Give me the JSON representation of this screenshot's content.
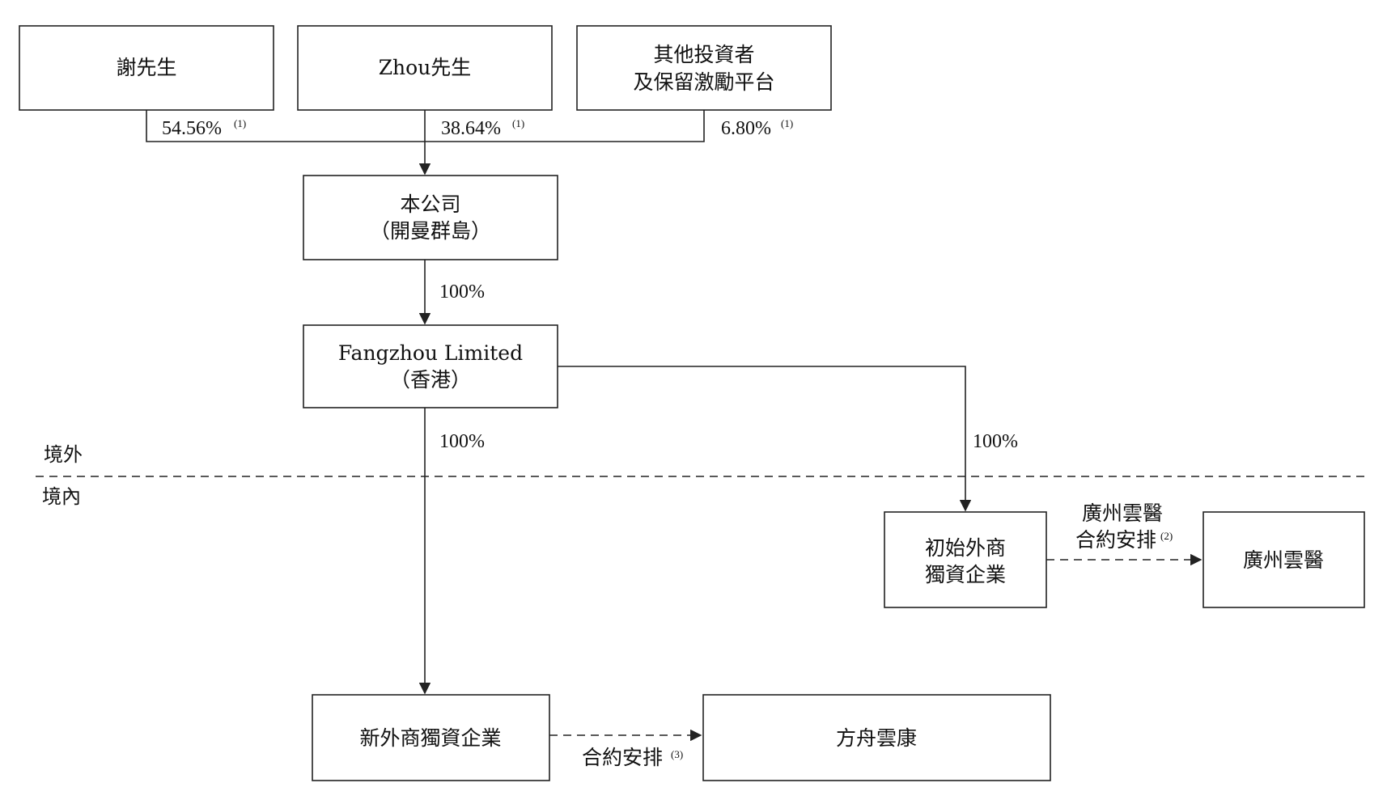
{
  "shareholders": {
    "xie": {
      "label": "謝先生",
      "pct": "54.56%",
      "note": "(1)"
    },
    "zhou": {
      "label": "Zhou先生",
      "pct": "38.64%",
      "note": "(1)"
    },
    "others": {
      "line1": "其他投資者",
      "line2": "及保留激勵平台",
      "pct": "6.80%",
      "note": "(1)"
    }
  },
  "company": {
    "line1": "本公司",
    "line2": "（開曼群島）"
  },
  "company_to_hk_pct": "100%",
  "hk": {
    "line1": "Fangzhou Limited",
    "line2": "（香港）"
  },
  "hk_to_new_wfoe_pct": "100%",
  "hk_to_initial_wfoe_pct": "100%",
  "regions": {
    "offshore": "境外",
    "onshore": "境內"
  },
  "initial_wfoe": {
    "line1": "初始外商",
    "line2": "獨資企業"
  },
  "gz_contract": {
    "line1": "廣州雲醫",
    "line2": "合約安排",
    "note": "(2)"
  },
  "gz_yunyi": {
    "label": "廣州雲醫"
  },
  "new_wfoe": {
    "label": "新外商獨資企業"
  },
  "new_contract": {
    "label": "合約安排",
    "note": "(3)"
  },
  "fangzhou_yunkang": {
    "label": "方舟雲康"
  }
}
